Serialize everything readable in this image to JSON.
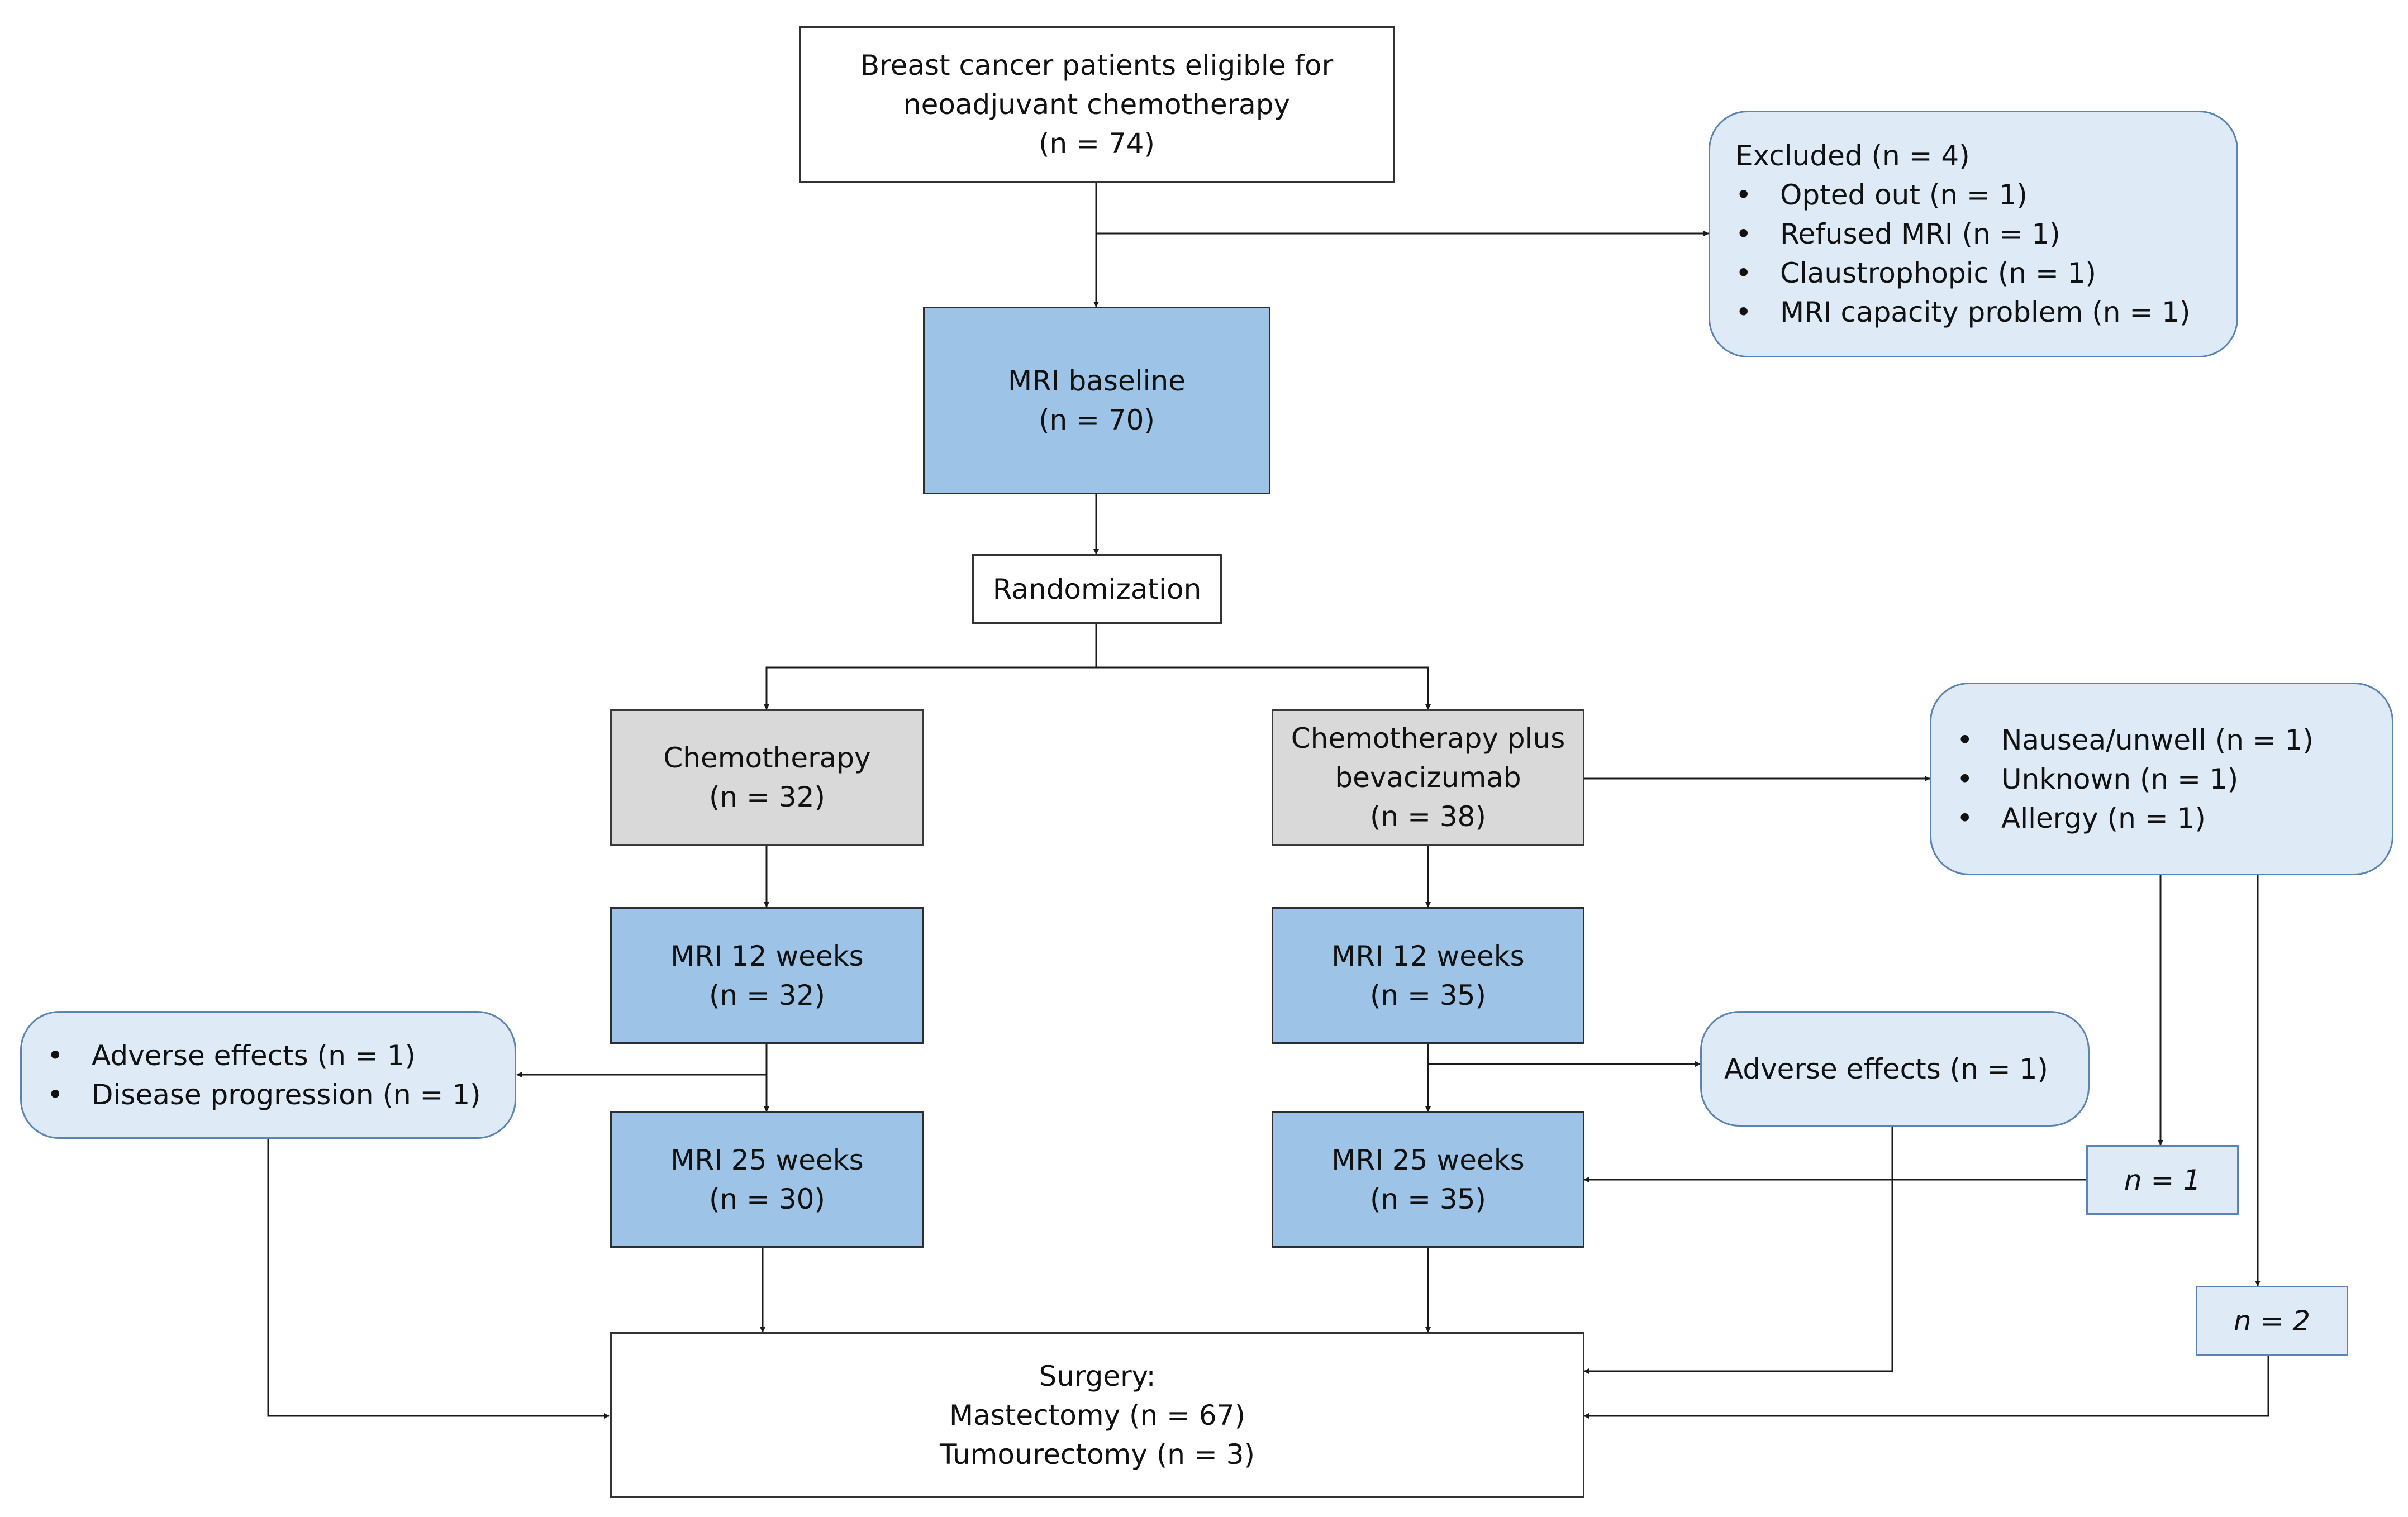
{
  "boxes": {
    "eligible": {
      "lines": [
        "Breast cancer patients eligible for",
        "neoadjuvant chemotherapy"
      ],
      "count": "(n = 74)"
    },
    "excluded": {
      "title": "Excluded (n = 4)",
      "items": [
        "Opted out (n = 1)",
        "Refused MRI (n = 1)",
        "Claustrophopic (n = 1)",
        "MRI capacity problem (n = 1)"
      ]
    },
    "mri_baseline": {
      "label": "MRI baseline",
      "count": "(n = 70)"
    },
    "randomization": {
      "label": "Randomization"
    },
    "chemo": {
      "label": "Chemotherapy",
      "count": "(n = 32)"
    },
    "chemo_bev": {
      "lines": [
        "Chemotherapy plus",
        "bevacizumab"
      ],
      "count": "(n = 38)"
    },
    "bev_dropouts": {
      "items": [
        "Nausea/unwell (n = 1)",
        "Unknown (n = 1)",
        "Allergy (n = 1)"
      ]
    },
    "mri12_chemo": {
      "label": "MRI 12 weeks",
      "count": "(n = 32)"
    },
    "mri12_bev": {
      "label": "MRI 12 weeks",
      "count": "(n = 35)"
    },
    "chemo_dropouts": {
      "items": [
        "Adverse effects (n = 1)",
        "Disease progression (n = 1)"
      ]
    },
    "bev_adverse": {
      "label": "Adverse effects (n = 1)"
    },
    "mri25_chemo": {
      "label": "MRI 25 weeks",
      "count": "(n = 30)"
    },
    "mri25_bev": {
      "label": "MRI 25 weeks",
      "count": "(n = 35)"
    },
    "n1": {
      "label": "n = 1"
    },
    "n2": {
      "label": "n = 2"
    },
    "surgery": {
      "title": "Surgery:",
      "lines": [
        "Mastectomy (n = 67)",
        "Tumourectomy (n = 3)"
      ]
    }
  },
  "colors": {
    "primary_fill": "#9dc3e6",
    "arm_fill": "#d9d9d9",
    "dropout_fill": "#deebf7",
    "outline": "#333333",
    "connector": "#1a1a1a"
  }
}
